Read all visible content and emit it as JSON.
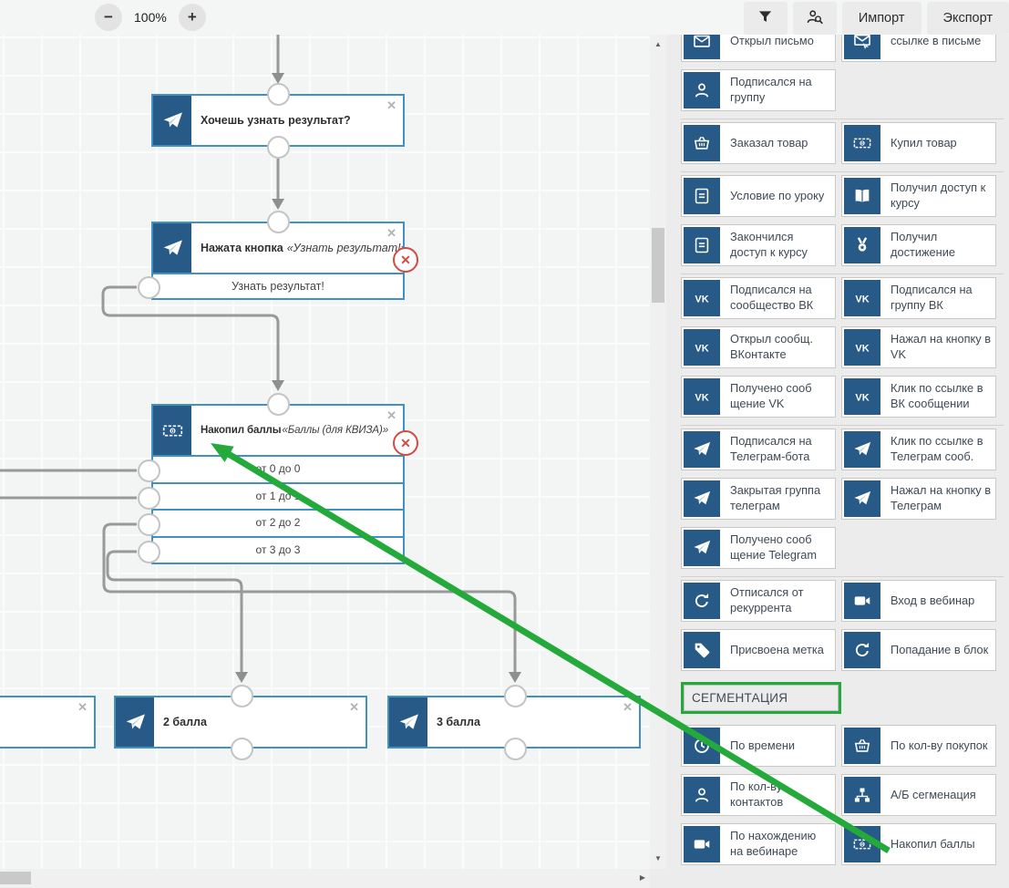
{
  "toolbar": {
    "zoom_out": "−",
    "zoom_level": "100%",
    "zoom_in": "+",
    "filter_icon": "filter-icon",
    "contact_search_icon": "user-search-icon",
    "import_label": "Импорт",
    "export_label": "Экспорт"
  },
  "glyphs": {
    "close": "✕",
    "error": "✕",
    "scroll_up": "▲",
    "scroll_down": "▼",
    "scroll_right": "▶"
  },
  "colors": {
    "icon_navy": "#275a87",
    "node_border_blue": "#4191c5",
    "annotation_green": "#24a93b",
    "connector_gray": "#999999",
    "error_red": "#d24a43"
  },
  "canvas": {
    "nodes": {
      "quiz_question": {
        "icon": "telegram",
        "label": "Хочешь узнать результат?"
      },
      "button_pressed": {
        "icon": "telegram",
        "label": "Нажата кнопка",
        "sublabel": "«Узнать результат!»",
        "button": "Узнать результат!"
      },
      "points": {
        "icon": "money",
        "label": "Накопил баллы",
        "sublabel": "«Баллы (для КВИЗА)»",
        "rows": [
          "от 0 до 0",
          "от 1 до 1",
          "от 2 до 2",
          "от 3 до 3"
        ]
      },
      "partial_left": {
        "label": ""
      },
      "two_points": {
        "icon": "telegram",
        "label": "2 балла"
      },
      "three_points": {
        "icon": "telegram",
        "label": "3 балла"
      }
    }
  },
  "sidebar": {
    "sections": [
      {
        "items": [
          {
            "label": "Открыл письмо",
            "icon": "envelope-open"
          },
          {
            "label": "ссылке в письме",
            "icon": "envelope-click"
          },
          {
            "label": "Подписался на группу",
            "icon": "user"
          },
          {
            "spacer": true
          }
        ]
      },
      {
        "items": [
          {
            "label": "Заказал товар",
            "icon": "basket"
          },
          {
            "label": "Купил товар",
            "icon": "money"
          }
        ]
      },
      {
        "items": [
          {
            "label": "Условие по уроку",
            "icon": "book"
          },
          {
            "label": "Получил доступ к курсу",
            "icon": "open-book"
          },
          {
            "label": "Закончился доступ к курсу",
            "icon": "book"
          },
          {
            "label": "Получил достижение",
            "icon": "medal"
          }
        ]
      },
      {
        "items": [
          {
            "label": "Подписался на сообщество ВК",
            "icon": "vk"
          },
          {
            "label": "Подписался на группу ВК",
            "icon": "vk"
          },
          {
            "label": "Открыл сообщ. ВКонтакте",
            "icon": "vk"
          },
          {
            "label": "Нажал на кнопку в VK",
            "icon": "vk"
          },
          {
            "label": "Получено сооб щение VK",
            "icon": "vk"
          },
          {
            "label": "Клик по ссылке в ВК сообщении",
            "icon": "vk"
          }
        ]
      },
      {
        "items": [
          {
            "label": "Подписался на Телеграм-бота",
            "icon": "telegram"
          },
          {
            "label": "Клик по ссылке в Телеграм сооб.",
            "icon": "telegram"
          },
          {
            "label": "Закрытая группа телеграм",
            "icon": "telegram"
          },
          {
            "label": "Нажал на кнопку в Телеграм",
            "icon": "telegram"
          },
          {
            "label": "Получено сооб щение Telegram",
            "icon": "telegram"
          },
          {
            "spacer": true
          }
        ]
      },
      {
        "items": [
          {
            "label": "Отписался от рекуррента",
            "icon": "refresh"
          },
          {
            "label": "Вход в вебинар",
            "icon": "camera"
          },
          {
            "label": "Присвоена метка",
            "icon": "tag"
          },
          {
            "label": "Попадание в блок",
            "icon": "refresh"
          }
        ]
      },
      {
        "header": "СЕГМЕНТАЦИЯ"
      },
      {
        "items": [
          {
            "label": "По времени",
            "icon": "clock"
          },
          {
            "label": "По кол-ву покупок",
            "icon": "basket"
          },
          {
            "label": "По кол-ву контактов",
            "icon": "user"
          },
          {
            "label": "А/Б сегменация",
            "icon": "sitemap"
          },
          {
            "label": "По нахождению на вебинаре",
            "icon": "camera"
          },
          {
            "label": "Накопил баллы",
            "icon": "money"
          }
        ]
      }
    ]
  }
}
